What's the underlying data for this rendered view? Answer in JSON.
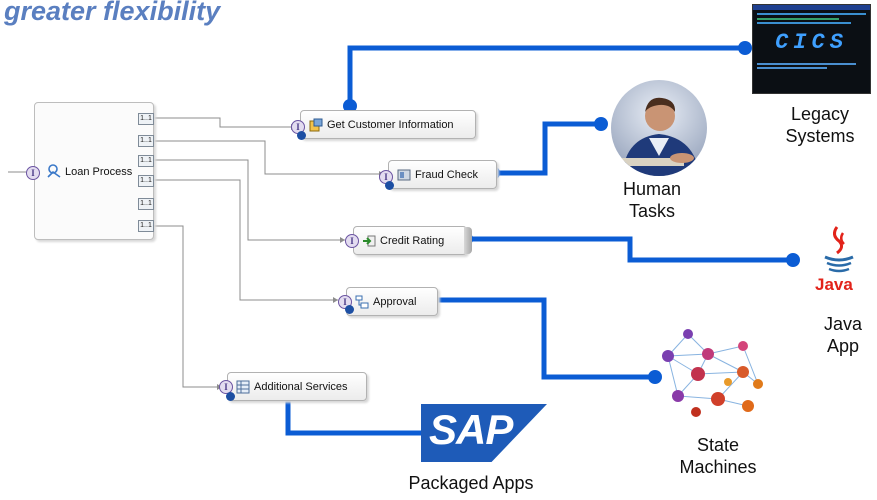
{
  "heading": "greater flexibility",
  "loan_process": {
    "label": "Loan Process",
    "port_label": "1..1"
  },
  "components": {
    "get_customer": "Get Customer Information",
    "fraud_check": "Fraud Check",
    "credit_rating": "Credit Rating",
    "approval": "Approval",
    "additional": "Additional Services"
  },
  "interface_glyph": "I",
  "systems": {
    "legacy": {
      "line1": "Legacy",
      "line2": "Systems"
    },
    "human": {
      "line1": "Human",
      "line2": "Tasks"
    },
    "java": {
      "line1": "Java",
      "line2": "App",
      "logo_text": "Java"
    },
    "state": {
      "line1": "State",
      "line2": "Machines"
    },
    "packaged": {
      "line1": "Packaged Apps",
      "logo_text": "SAP"
    },
    "cics_text": "CICS"
  },
  "colors": {
    "connector": "#0b5cd4",
    "title": "#5a7fc0",
    "wire": "#8c8c8c"
  }
}
